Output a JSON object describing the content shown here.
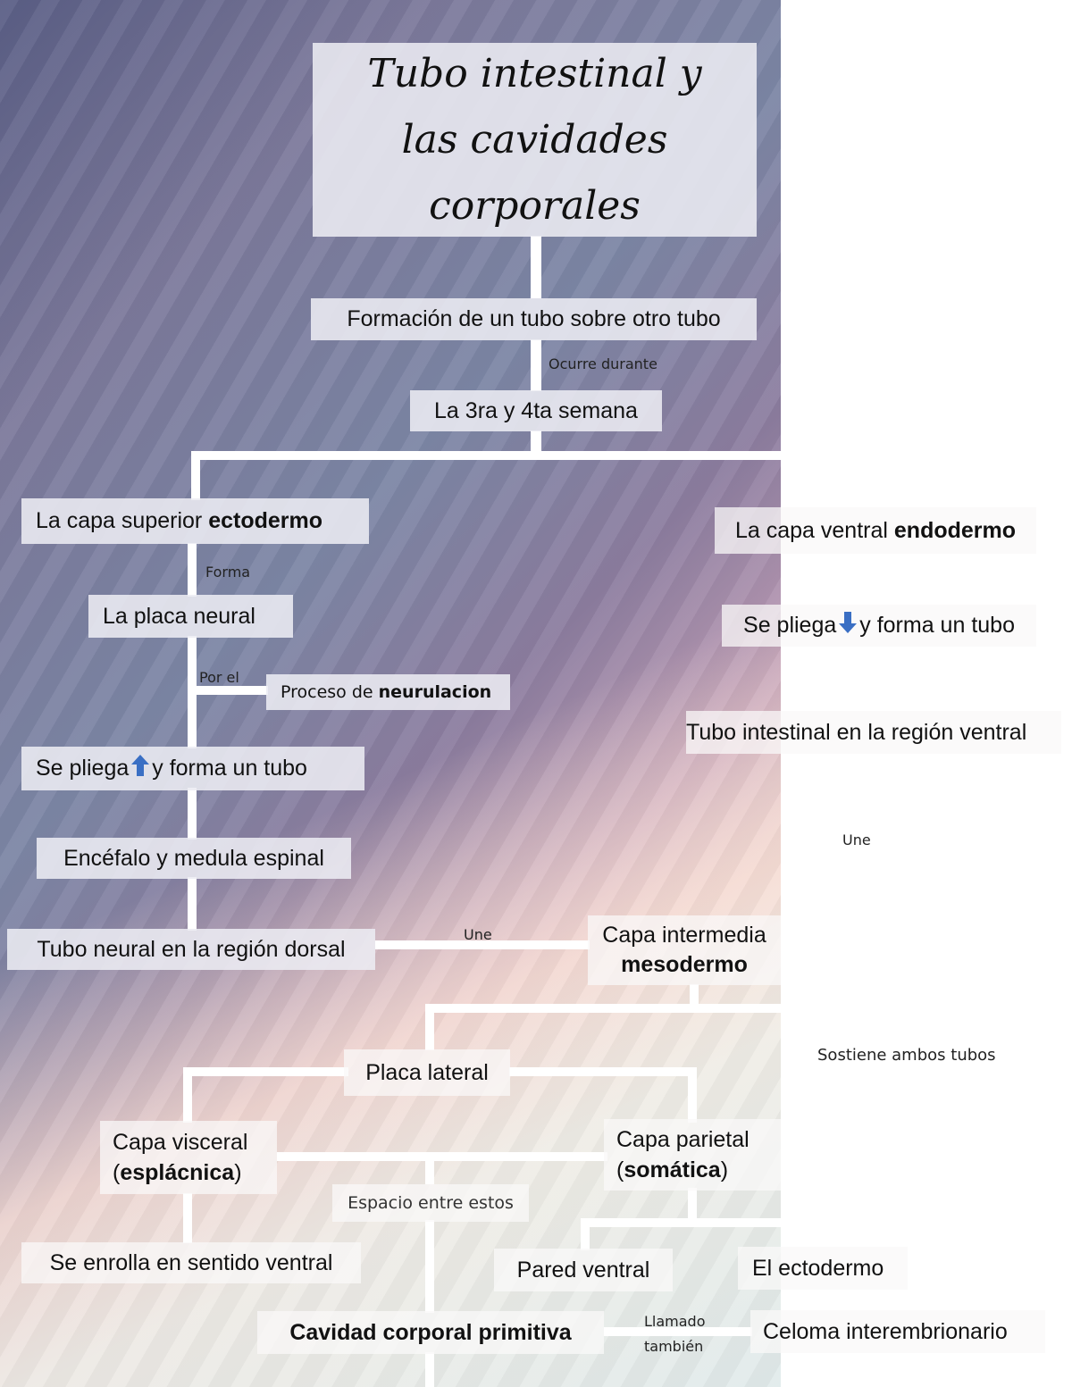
{
  "title": {
    "line1": "Tubo intestinal y",
    "line2": "las cavidades",
    "line3": "corporales"
  },
  "nodes": {
    "formacion": "Formación de un tubo sobre otro tubo",
    "semana": "La 3ra y 4ta semana",
    "ecto_prefix": "La capa superior ",
    "ecto_bold": "ectodermo",
    "placa_neural": "La placa neural",
    "neurulacion_prefix": "Proceso de ",
    "neurulacion_bold": "neurulacion",
    "pliega_up_a": "Se pliega",
    "pliega_up_b": "y forma un tubo",
    "encefalo": "Encéfalo y medula espinal",
    "tubo_neural": "Tubo neural en la región dorsal",
    "endo_prefix": "La capa ventral ",
    "endo_bold": "endodermo",
    "pliega_down_a": "Se pliega",
    "pliega_down_b": "y forma un tubo",
    "tubo_intestinal": "Tubo intestinal en la región ventral",
    "meso_line1": "Capa intermedia",
    "meso_line2": "mesodermo",
    "placa_lateral": "Placa lateral",
    "visceral_line1": "Capa visceral",
    "visceral_line2_open": "(",
    "visceral_line2_bold": "esplácnica",
    "visceral_line2_close": ")",
    "parietal_line1": "Capa parietal",
    "parietal_line2_open": "(",
    "parietal_line2_bold": "somática",
    "parietal_line2_close": ")",
    "espacio": "Espacio entre estos",
    "enrolla": "Se enrolla en sentido ventral",
    "pared_ventral": "Pared ventral",
    "el_ectodermo": "El ectodermo",
    "cavidad": "Cavidad corporal primitiva",
    "celoma": "Celoma interembrionario"
  },
  "labels": {
    "ocurre": "Ocurre durante",
    "forma": "Forma",
    "por_el": "Por el",
    "une_right": "Une",
    "une_left": "Une",
    "sostiene": "Sostiene ambos tubos",
    "llamado1": "Llamado",
    "llamado2": "también"
  },
  "icons": {
    "up": "arrow-up-icon",
    "down": "arrow-down-icon"
  },
  "colors": {
    "arrow": "#3a6fc4",
    "line": "#ffffff",
    "box": "#ececf2"
  }
}
